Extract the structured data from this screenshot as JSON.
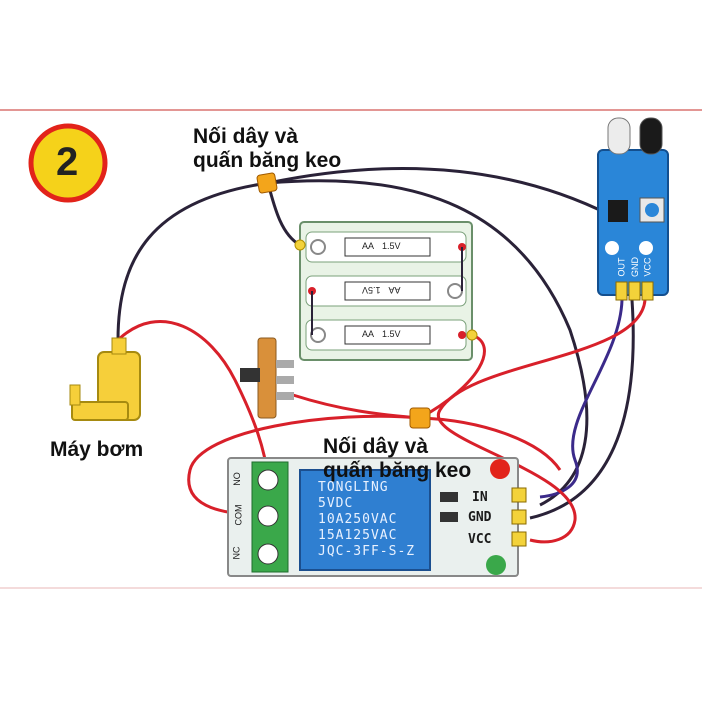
{
  "step": {
    "number": "2"
  },
  "labels": {
    "join_top_line1": "Nối dây và",
    "join_top_line2": "quấn băng keo",
    "join_mid_line1": "Nối dây và",
    "join_mid_line2": "quấn băng keo",
    "pump": "Máy bơm"
  },
  "relay": {
    "brand": "TONGLING",
    "lines": [
      "5VDC",
      "10A250VAC",
      "15A125VAC",
      "JQC-3FF-S-Z"
    ],
    "pins_right": [
      "IN",
      "GND",
      "VCC"
    ],
    "pins_left": [
      "NO",
      "COM",
      "NC"
    ]
  },
  "sensor": {
    "pins": [
      "OUT",
      "GND",
      "VCC"
    ]
  },
  "battery": {
    "cells": [
      {
        "type": "AA",
        "voltage": "1.5V"
      },
      {
        "type": "AA",
        "voltage": "1.5V"
      },
      {
        "type": "AA",
        "voltage": "1.5V"
      }
    ]
  },
  "colors": {
    "step_circle": "#f5d21a",
    "step_ring": "#e2231a",
    "wire_red": "#d8202a",
    "wire_black": "#2a2238",
    "wire_purple": "#3b2a8a",
    "relay_blue": "#2f7fd1",
    "sensor_blue": "#2a86d8",
    "terminal_green": "#3aa84a",
    "battery_holder": "#e9f3e6",
    "pump_yellow": "#f6cf3a",
    "joint_marker": "#f3a51b"
  }
}
